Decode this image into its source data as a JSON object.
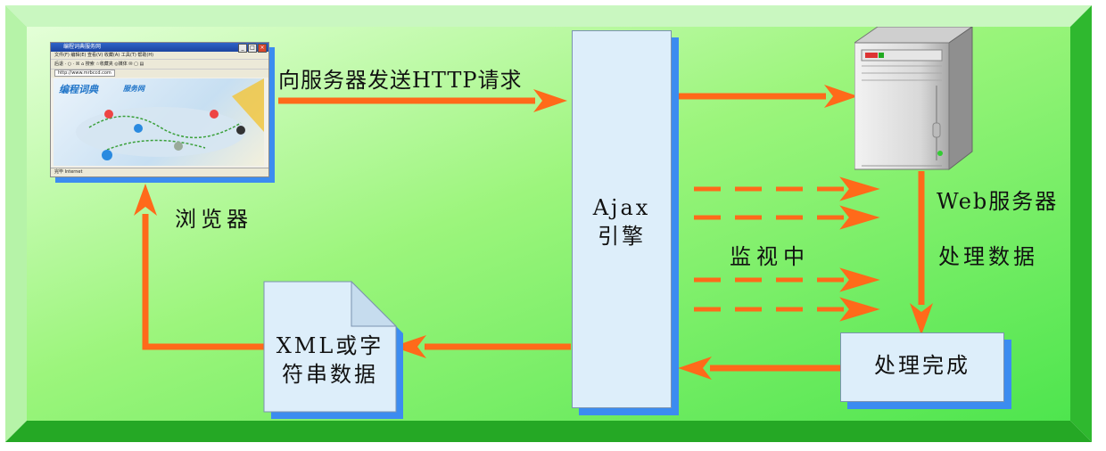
{
  "nodes": {
    "browser_label": "浏览器",
    "ajax_line1": "Ajax",
    "ajax_line2": "引擎",
    "server_label": "Web服务器",
    "process_label": "处理数据",
    "done_label": "处理完成",
    "xml_line1": "XML或字",
    "xml_line2": "符串数据",
    "monitor_label": "监视中"
  },
  "edges": {
    "request_label": "向服务器发送HTTP请求"
  },
  "browser_window": {
    "title": "编程词典服务网",
    "menu": "文件(F)  编辑(E)  查看(V)  收藏(A)  工具(T)  帮助(H)",
    "toolbar": "后退 · ○ · ☒ ⌂ 搜索 ☆收藏夹 ◎媒体 ✉ ▢ ▤",
    "address": "http://www.mrbccd.com",
    "logo_main": "编程词典",
    "logo_sub": "服务网",
    "status": "完毕                                  Internet"
  },
  "colors": {
    "arrow": "#ff6a1a",
    "box_fill": "#ddeefa",
    "box_shadow": "#3c8cf0",
    "frame_light": "#dcffcf",
    "frame_dark": "#3bdc3b"
  }
}
